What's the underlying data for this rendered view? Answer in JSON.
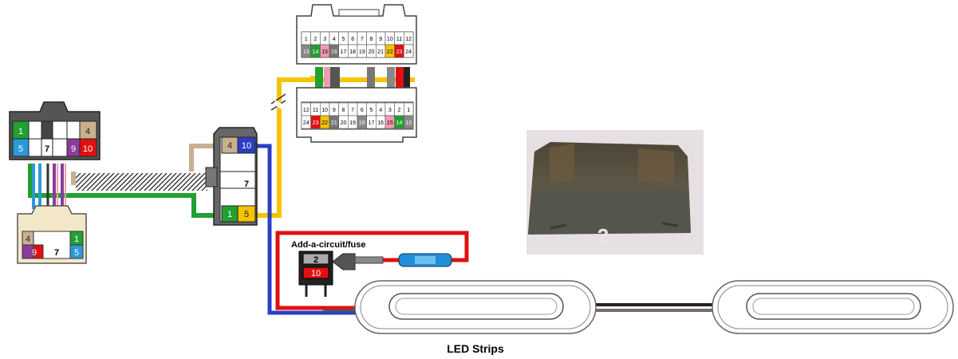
{
  "labels": {
    "add_circuit": "Add-a-circuit/fuse",
    "led_strips": "LED Strips",
    "fuse_marking": "2"
  },
  "left_connector": {
    "pins": [
      "1",
      "4",
      "5",
      "9",
      "10",
      "7"
    ]
  },
  "lower_left_connector": {
    "pins": [
      "4",
      "9",
      "7",
      "1",
      "5"
    ]
  },
  "middle_connector": {
    "pins": [
      "4",
      "10",
      "7",
      "1",
      "5"
    ]
  },
  "top_connector": {
    "row1": [
      "1",
      "2",
      "3",
      "4",
      "5",
      "6",
      "7",
      "8",
      "9",
      "10",
      "11",
      "12"
    ],
    "row2": [
      "13",
      "14",
      "15",
      "16",
      "17",
      "18",
      "19",
      "20",
      "21",
      "22",
      "23",
      "24"
    ]
  },
  "bottom_connector": {
    "row1": [
      "12",
      "11",
      "10",
      "9",
      "8",
      "7",
      "6",
      "5",
      "4",
      "3",
      "2",
      "1"
    ],
    "row2": [
      "24",
      "23",
      "22",
      "21",
      "20",
      "19",
      "18",
      "17",
      "16",
      "15",
      "14",
      "13"
    ]
  },
  "add_a_circuit": {
    "fuse_top": "2",
    "fuse_bottom": "10"
  },
  "colors": {
    "wire_yellow": "#f5c400",
    "wire_blue": "#2b3fc4",
    "wire_red": "#e01010",
    "wire_green": "#22a030",
    "wire_tan": "#c8b090",
    "wire_purple": "#8a3c9a",
    "wire_lightblue": "#2a9ad8",
    "fuse_body": "#5a5446",
    "fuse_bg": "#e6dfe3"
  }
}
